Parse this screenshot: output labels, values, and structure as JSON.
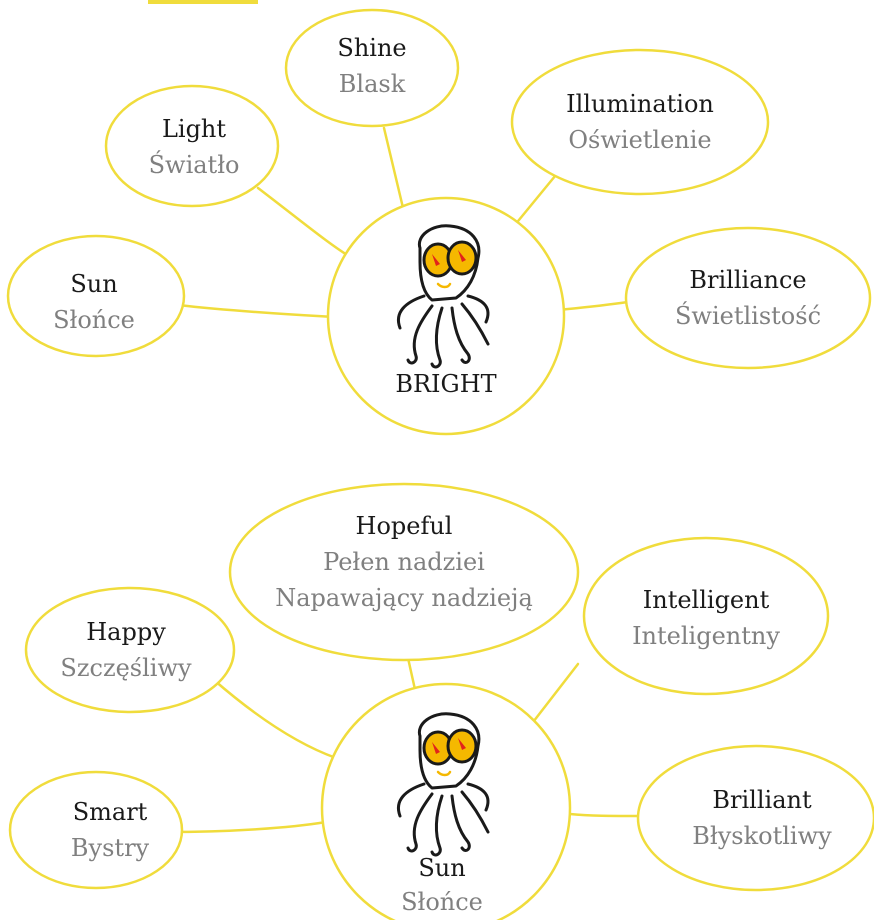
{
  "accent_color": "#f0dc3c",
  "mascot": {
    "icon": "octopus-icon",
    "eye_color": "#f5b800",
    "pupil_color": "#e2231a"
  },
  "map1": {
    "center": {
      "label": "BRIGHT"
    },
    "nodes": [
      {
        "en": "Shine",
        "pl": "Blask"
      },
      {
        "en": "Light",
        "pl": "Światło"
      },
      {
        "en": "Illumination",
        "pl": "Oświetlenie"
      },
      {
        "en": "Sun",
        "pl": "Słońce"
      },
      {
        "en": "Brilliance",
        "pl": "Świetlistość"
      }
    ]
  },
  "map2": {
    "center": {
      "label": "Sun",
      "sublabel": "Słońce"
    },
    "nodes": [
      {
        "en": "Hopeful",
        "pl": "Pełen nadziei",
        "pl2": "Napawający nadzieją"
      },
      {
        "en": "Happy",
        "pl": "Szczęśliwy"
      },
      {
        "en": "Intelligent",
        "pl": "Inteligentny"
      },
      {
        "en": "Smart",
        "pl": "Bystry"
      },
      {
        "en": "Brilliant",
        "pl": "Błyskotliwy"
      }
    ]
  }
}
